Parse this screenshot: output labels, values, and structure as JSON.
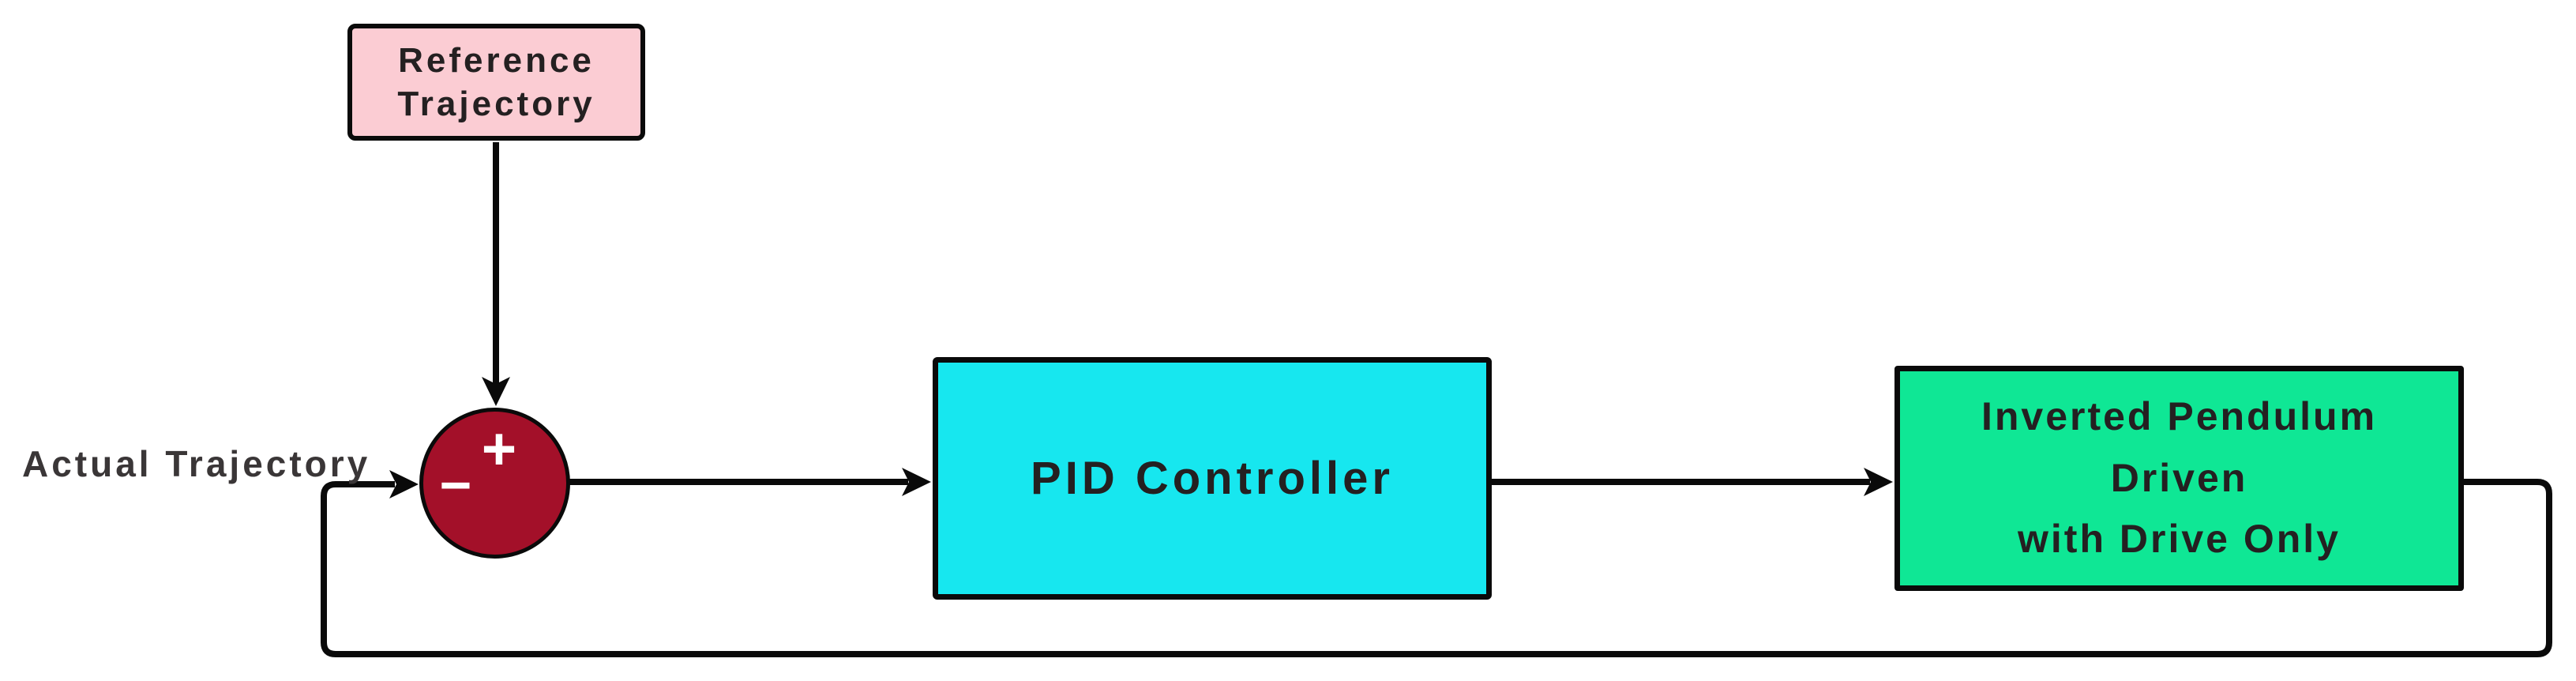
{
  "colors": {
    "background": "#ffffff",
    "line": "#0a0a0a",
    "reference_fill": "#fbccd3",
    "sum_fill": "#a31029",
    "pid_fill": "#17e7ef",
    "plant_fill": "#0fe795",
    "box_text": "#242021",
    "outside_label_text": "#3a3637",
    "sum_sign_color": "#ffffff"
  },
  "nodes": {
    "reference": {
      "line1": "Reference",
      "line2": "Trajectory"
    },
    "sum": {
      "plus": "+",
      "minus": "−"
    },
    "pid": {
      "label": "PID Controller"
    },
    "plant": {
      "line1": "Inverted Pendulum",
      "line2": "Driven",
      "line3": "with Drive Only"
    }
  },
  "labels": {
    "actual_trajectory": "Actual Trajectory"
  }
}
